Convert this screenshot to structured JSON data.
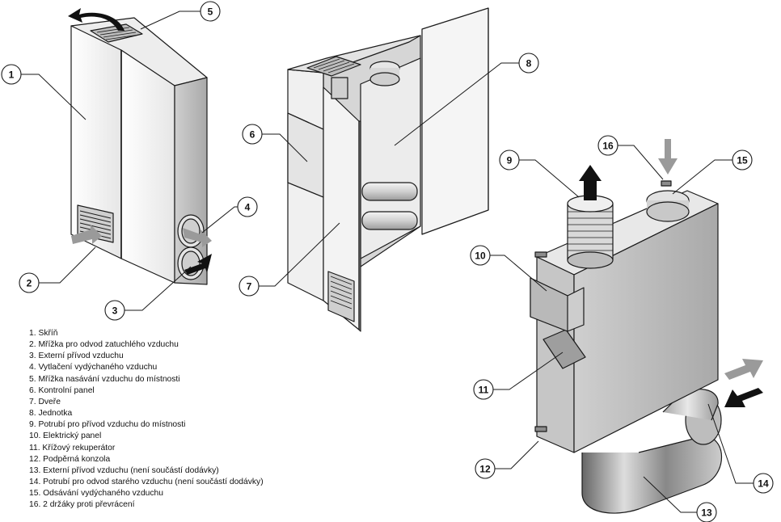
{
  "callouts": [
    {
      "id": "1"
    },
    {
      "id": "2"
    },
    {
      "id": "3"
    },
    {
      "id": "4"
    },
    {
      "id": "5"
    },
    {
      "id": "6"
    },
    {
      "id": "7"
    },
    {
      "id": "8"
    },
    {
      "id": "9"
    },
    {
      "id": "10"
    },
    {
      "id": "11"
    },
    {
      "id": "12"
    },
    {
      "id": "13"
    },
    {
      "id": "14"
    },
    {
      "id": "15"
    },
    {
      "id": "16"
    }
  ],
  "legend": [
    "1. Skříň",
    "2. Mřížka pro odvod zatuchlého vzduchu",
    "3. Externí přívod vzduchu",
    "4. Vytlačení vydýchaného vzduchu",
    "5. Mřížka nasávání vzduchu do místnosti",
    "6. Kontrolní panel",
    "7. Dveře",
    "8. Jednotka",
    "9. Potrubí pro přívod vzduchu do místnosti",
    "10. Elektrický panel",
    "11. Křížový rekuperátor",
    "12. Podpěrná konzola",
    "13. Externí přívod vzduchu (není součástí dodávky)",
    "14. Potrubí pro odvod starého vzduchu (není součástí dodávky)",
    "15. Odsávání vydýchaného vzduchu",
    "16. 2 držáky proti převrácení"
  ],
  "colors": {
    "outline": "#1a1a1a",
    "panel_light": "#f2f2f2",
    "panel_mid": "#d9d9d9",
    "panel_dark": "#b3b3b3",
    "arrow_grey": "#9a9a9a",
    "arrow_black": "#111111"
  }
}
